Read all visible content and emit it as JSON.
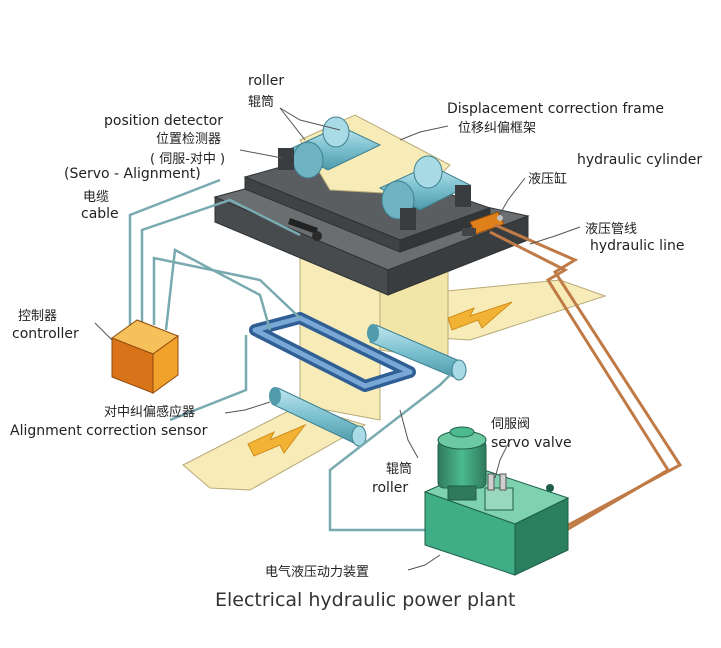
{
  "labels": {
    "roller_en": "roller",
    "roller_cn": "辊筒",
    "position_detector_en": "position detector",
    "position_detector_cn": "位置检测器",
    "position_detector_cn2": "( 伺服-对中 )",
    "servo_alignment_en": "(Servo - Alignment)",
    "displacement_frame_en": "Displacement correction frame",
    "displacement_frame_cn": "位移纠偏框架",
    "hydraulic_cylinder_en": "hydraulic cylinder",
    "hydraulic_cylinder_cn": "液压缸",
    "cable_cn": "电缆",
    "cable_en": "cable",
    "hydraulic_line_cn": "液压管线",
    "hydraulic_line_en": "hydraulic line",
    "controller_cn": "控制器",
    "controller_en": "controller",
    "sensor_cn": "对中纠偏感应器",
    "sensor_en": "Alignment correction sensor",
    "servo_valve_cn": "伺服阀",
    "servo_valve_en": "servo valve",
    "roller2_cn": "辊筒",
    "roller2_en": "roller",
    "power_plant_cn": "电气液压动力装置",
    "power_plant_en": "Electrical hydraulic power plant"
  },
  "colors": {
    "web": "#f7ecb8",
    "web_edge": "#b8a978",
    "frame_top": "#6a6e70",
    "frame_side": "#3f4345",
    "roller": "#7cc1d0",
    "roller_dark": "#4f9aab",
    "controller_front": "#f0a22a",
    "controller_side": "#d9731a",
    "tank": "#3fae86",
    "tank_dark": "#2a7f60",
    "sensor": "#4a7fb8",
    "cable": "#79aab0",
    "hydraulic_line": "#c07a45",
    "arrow": "#f2b233",
    "pointer": "#555555"
  }
}
